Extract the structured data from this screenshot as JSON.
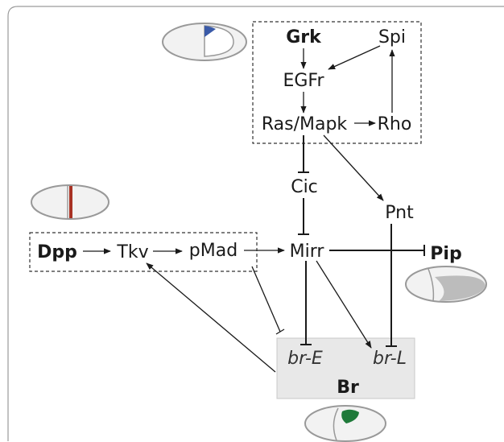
{
  "nodes": {
    "grk": "Grk",
    "spi": "Spi",
    "egfr": "EGFr",
    "rasmapk": "Ras/Mapk",
    "rho": "Rho",
    "cic": "Cic",
    "pnt": "Pnt",
    "dpp": "Dpp",
    "tkv": "Tkv",
    "pmad": "pMad",
    "mirr": "Mirr",
    "pip": "Pip",
    "bre": "br-E",
    "brl": "br-L",
    "br": "Br"
  },
  "colors": {
    "blue_marker": "#3a5aa8",
    "red_stripe": "#a83224",
    "green_marker": "#1f7a3a",
    "br_box_fill": "#e8e8e8",
    "egg_fill": "#f2f2f2",
    "egg_stroke": "#9a9a9a"
  }
}
